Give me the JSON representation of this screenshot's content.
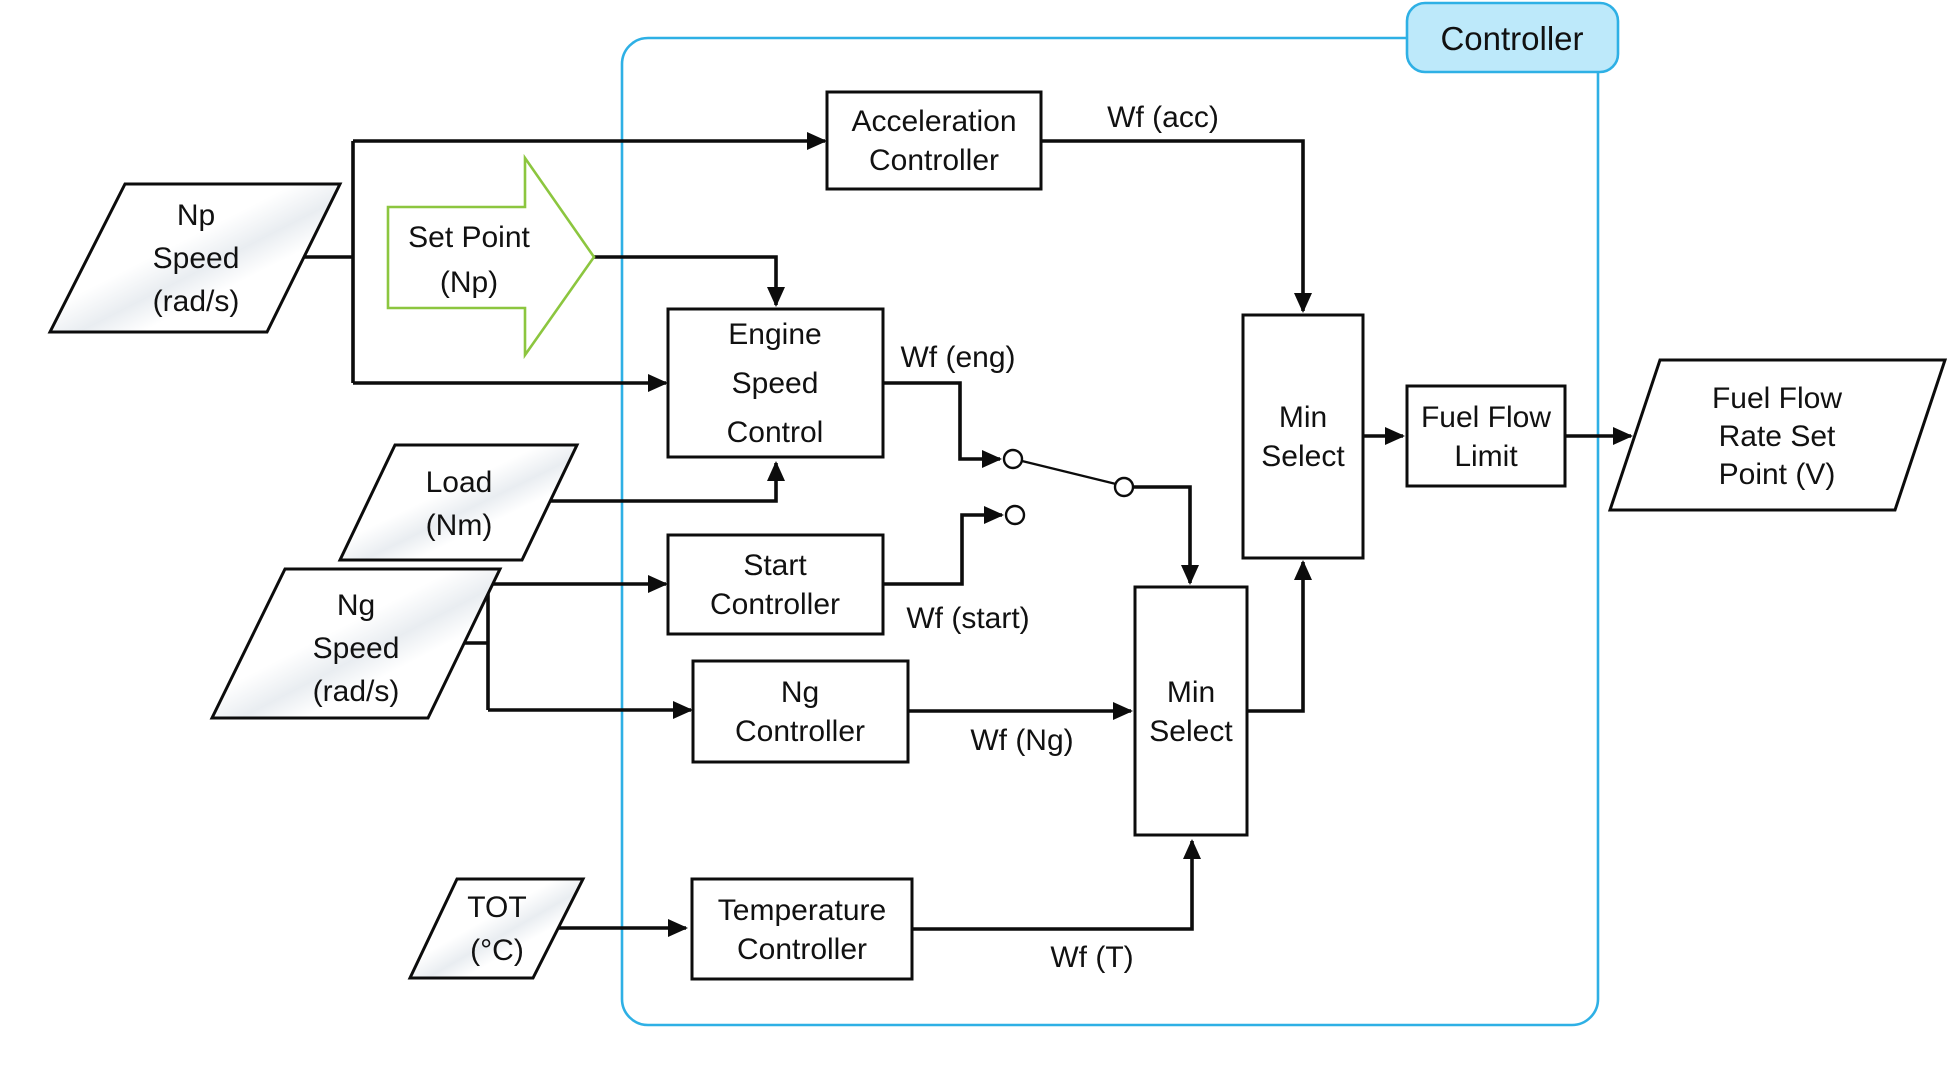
{
  "controller_label": "Controller",
  "colors": {
    "boundary_stroke": "#2EB0E5",
    "boundary_label_fill": "#BDE9FA",
    "set_point_green": "#8CC63F",
    "line_black": "#0c0c0c",
    "text": "#111111"
  },
  "inputs": {
    "np_speed": {
      "lines": [
        "Np",
        "Speed",
        "(rad/s)"
      ]
    },
    "load": {
      "lines": [
        "Load",
        "(Nm)"
      ]
    },
    "ng_speed": {
      "lines": [
        "Ng",
        "Speed",
        "(rad/s)"
      ]
    },
    "tot": {
      "lines": [
        "TOT",
        "(°C)"
      ]
    }
  },
  "set_point": {
    "lines": [
      "Set Point",
      "(Np)"
    ]
  },
  "blocks": {
    "acceleration_controller": {
      "lines": [
        "Acceleration",
        "Controller"
      ]
    },
    "engine_speed_control": {
      "lines": [
        "Engine",
        "Speed",
        "Control"
      ]
    },
    "start_controller": {
      "lines": [
        "Start",
        "Controller"
      ]
    },
    "ng_controller": {
      "lines": [
        "Ng",
        "Controller"
      ]
    },
    "temperature_controller": {
      "lines": [
        "Temperature",
        "Controller"
      ]
    },
    "min_select_upper": {
      "lines": [
        "Min",
        "Select"
      ]
    },
    "min_select_lower": {
      "lines": [
        "Min",
        "Select"
      ]
    },
    "fuel_flow_limit": {
      "lines": [
        "Fuel Flow",
        "Limit"
      ]
    }
  },
  "output": {
    "fuel_flow_rate_set_point": {
      "lines": [
        "Fuel Flow",
        "Rate Set",
        "Point (V)"
      ]
    }
  },
  "signals": {
    "wf_acc": "Wf (acc)",
    "wf_eng": "Wf (eng)",
    "wf_start": "Wf (start)",
    "wf_ng": "Wf (Ng)",
    "wf_t": "Wf (T)"
  }
}
